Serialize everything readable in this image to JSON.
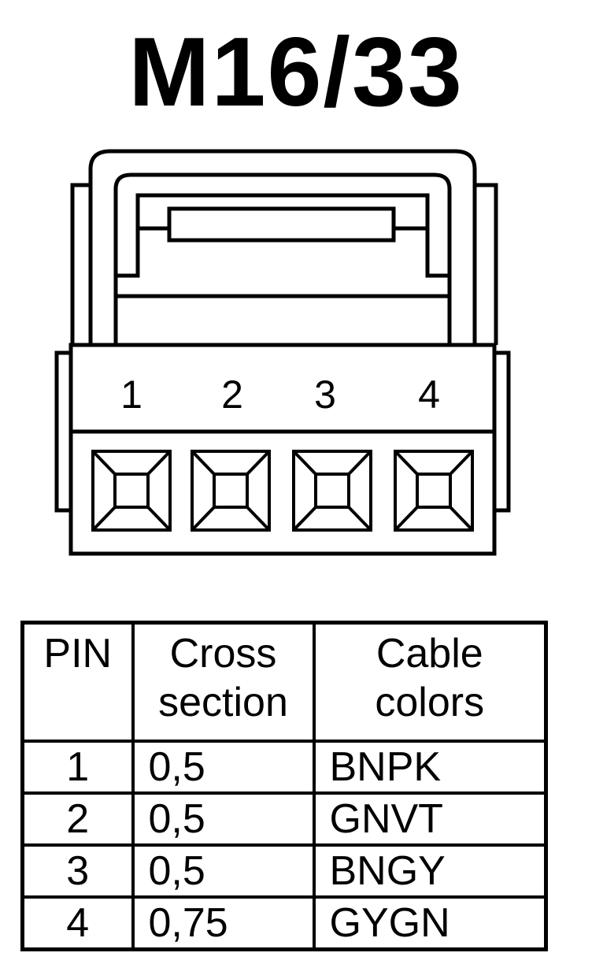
{
  "title": "M16/33",
  "connector": {
    "pin_labels": [
      "1",
      "2",
      "3",
      "4"
    ]
  },
  "table": {
    "headers": {
      "pin": "PIN",
      "cross_line1": "Cross",
      "cross_line2": "section",
      "colors_line1": "Cable",
      "colors_line2": "colors"
    },
    "rows": [
      {
        "pin": "1",
        "cross": "0,5",
        "colors": "BNPK"
      },
      {
        "pin": "2",
        "cross": "0,5",
        "colors": "GNVT"
      },
      {
        "pin": "3",
        "cross": "0,5",
        "colors": "BNGY"
      },
      {
        "pin": "4",
        "cross": "0,75",
        "colors": "GYGN"
      }
    ]
  }
}
